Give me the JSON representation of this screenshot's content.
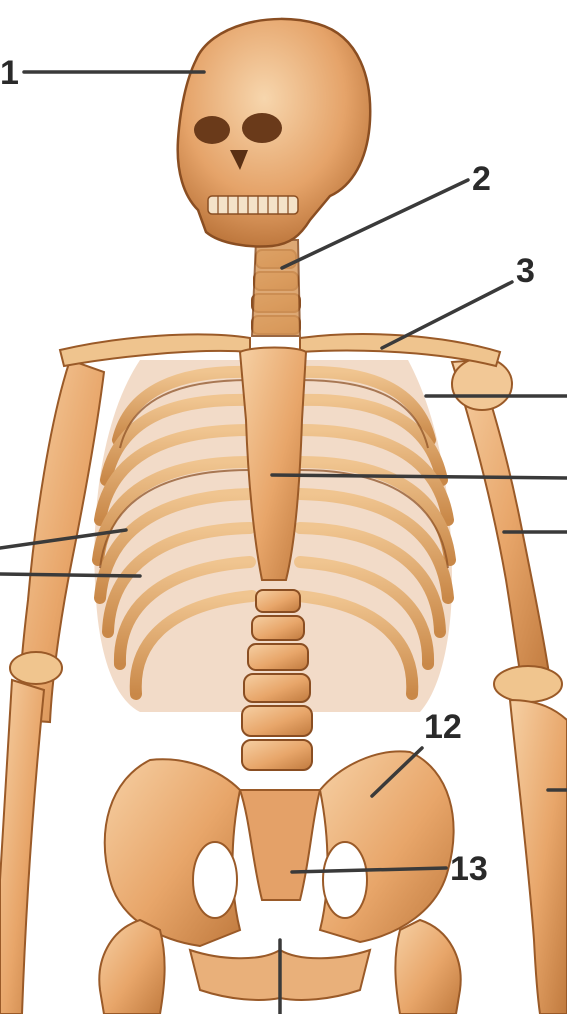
{
  "diagram": {
    "labels": [
      {
        "id": "1",
        "text": "1"
      },
      {
        "id": "2",
        "text": "2"
      },
      {
        "id": "3",
        "text": "3"
      },
      {
        "id": "12",
        "text": "12"
      },
      {
        "id": "13",
        "text": "13"
      }
    ],
    "colors": {
      "bone_light": "#f3c79a",
      "bone_mid": "#e6a468",
      "bone_dark": "#b8733a",
      "shadow": "#7a4420",
      "leader": "#3a3a3a",
      "background": "#ffffff"
    }
  }
}
